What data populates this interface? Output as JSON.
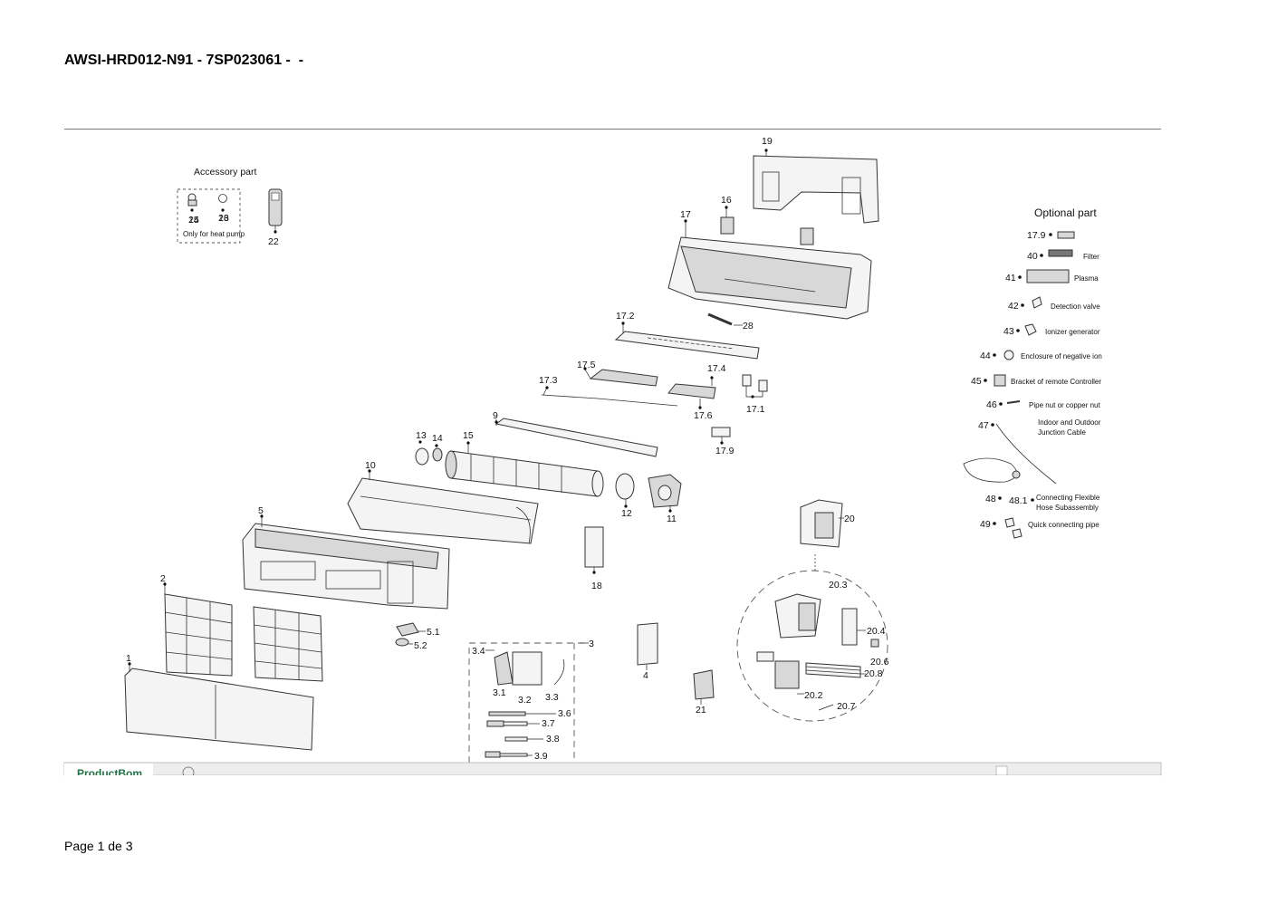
{
  "document": {
    "title": "AWSI-HRD012-N91 - 7SP023061 -  -",
    "footer": "Page 1 de 3"
  },
  "diagram": {
    "accessory_heading": "Accessory part",
    "accessory_note": "Only for heat pump",
    "optional_heading": "Optional part",
    "callouts": [
      "1",
      "2",
      "3",
      "3.1",
      "3.2",
      "3.3",
      "3.4",
      "3.6",
      "3.7",
      "3.8",
      "3.9",
      "4",
      "5",
      "5.1",
      "5.2",
      "9",
      "10",
      "11",
      "12",
      "13",
      "14",
      "15",
      "16",
      "17",
      "17.1",
      "17.2",
      "17.3",
      "17.4",
      "17.5",
      "17.6",
      "17.9",
      "18",
      "19",
      "20",
      "20.2",
      "20.3",
      "20.4",
      "20.6",
      "20.7",
      "20.8",
      "21",
      "22",
      "23",
      "24",
      "28"
    ],
    "optional_parts": [
      {
        "num": "17.9",
        "name": ""
      },
      {
        "num": "40",
        "name": "Filter"
      },
      {
        "num": "41",
        "name": "Plasma"
      },
      {
        "num": "42",
        "name": "Detection valve"
      },
      {
        "num": "43",
        "name": "Ionizer generator"
      },
      {
        "num": "44",
        "name": "Enclosure of negative ion"
      },
      {
        "num": "45",
        "name": "Bracket of remote Controller"
      },
      {
        "num": "46",
        "name": "Pipe nut or copper nut"
      },
      {
        "num": "47",
        "name": "Indoor and Outdoor Junction Cable"
      },
      {
        "num": "48",
        "name": ""
      },
      {
        "num": "48.1",
        "name": "Connecting Flexible Hose Subassembly"
      },
      {
        "num": "49",
        "name": "Quick connecting pipe"
      }
    ],
    "spreadsheet_tab": "ProductBom"
  }
}
